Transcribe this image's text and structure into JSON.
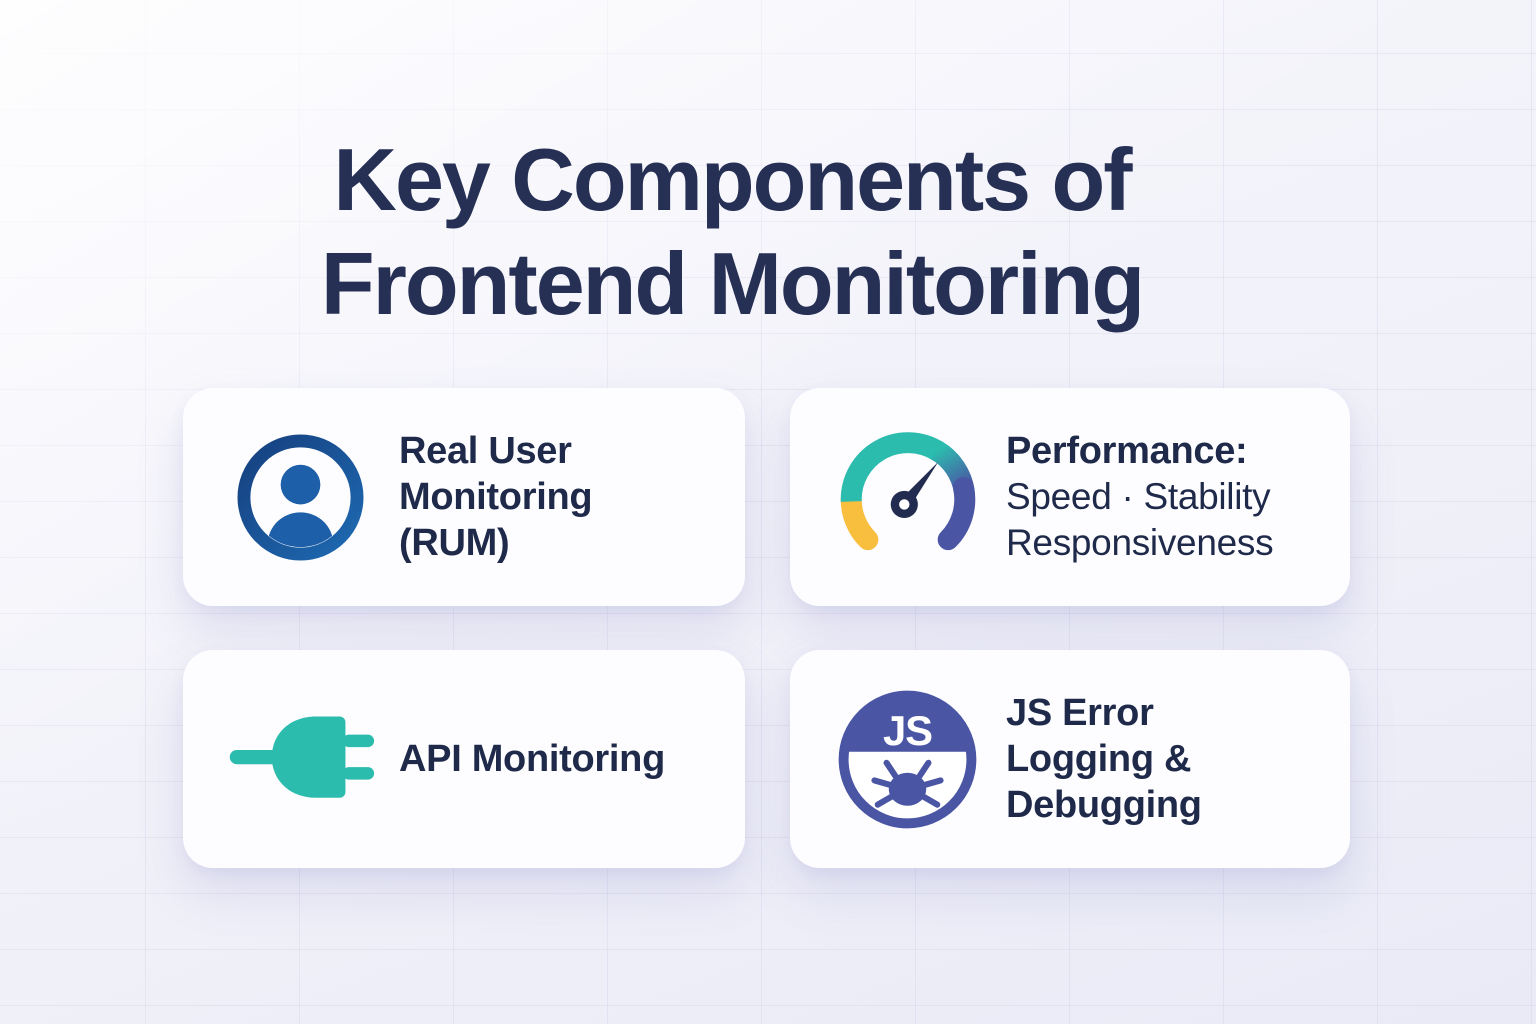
{
  "title": {
    "line1": "Key Components of",
    "line2": "Frontend Monitoring"
  },
  "cards": [
    {
      "name": "Real User Monitoring (RUM)",
      "icon": "user-circle-icon",
      "title_lines": [
        "Real User",
        "Monitoring",
        "(RUM)"
      ]
    },
    {
      "name": "Performance",
      "icon": "gauge-icon",
      "heading": "Performance:",
      "sub_lines": [
        "Speed · Stability",
        "Responsiveness"
      ]
    },
    {
      "name": "API Monitoring",
      "icon": "plug-icon",
      "title_lines": [
        "API Monitoring"
      ]
    },
    {
      "name": "JS Error Logging & Debugging",
      "icon": "js-bug-icon",
      "badge_text": "JS",
      "title_lines": [
        "JS Error",
        "Logging &",
        "Debugging"
      ]
    }
  ],
  "colors": {
    "page_bg": "#f1f1f9",
    "card_bg": "#fdfdff",
    "title_text": "#262f54",
    "card_text": "#1f2a4a",
    "teal": "#2cbcae",
    "yellow": "#f8be3e",
    "indigo": "#4a55a4",
    "gauge_blue": "#3779b7",
    "user_blue": "#1d5fa8",
    "user_ring_dark": "#16407f",
    "user_ring_light": "#1e6ab2",
    "needle_navy": "#222c50"
  }
}
